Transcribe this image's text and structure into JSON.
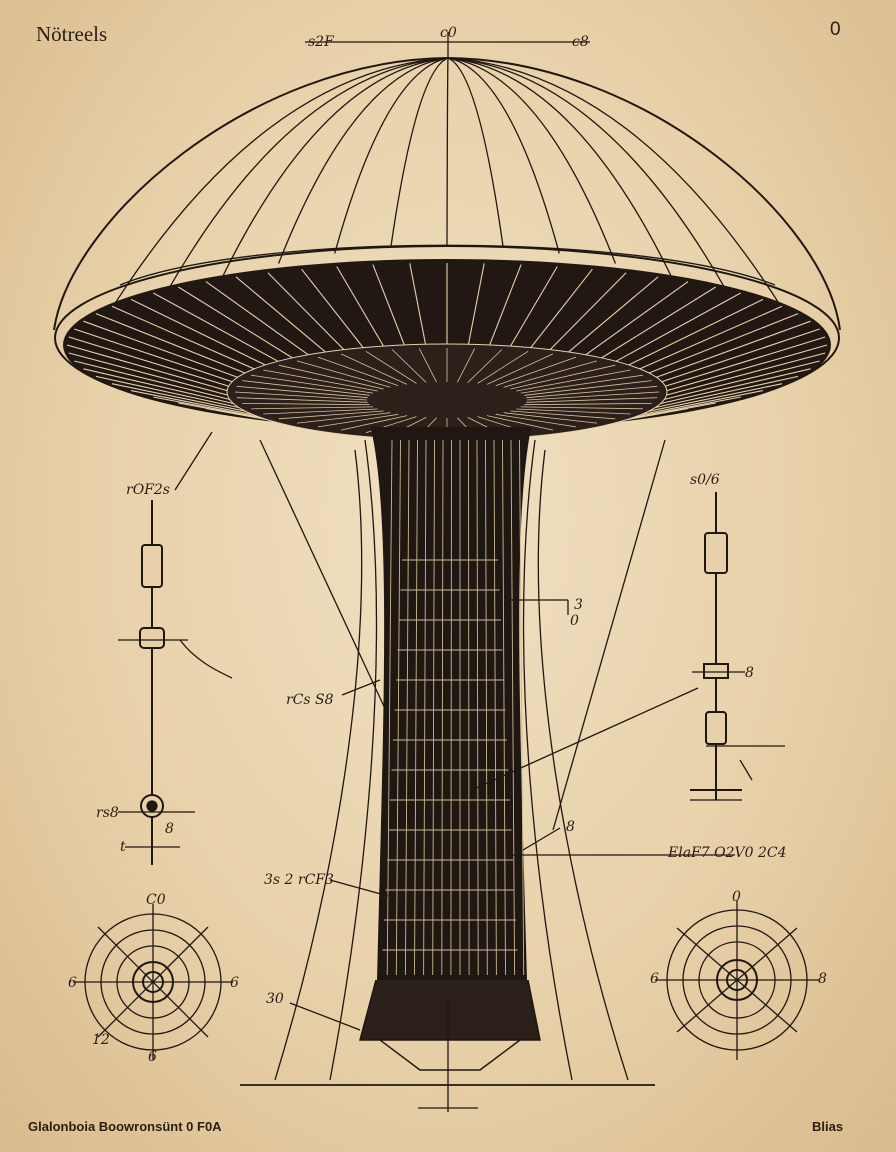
{
  "header": {
    "title": "Nötreels",
    "sheet_number": "0"
  },
  "footer": {
    "left_caption": "Glalonboia Boowronsünt 0 F0A",
    "right_caption": "Blias"
  },
  "annotations": {
    "top_left": "s2F",
    "top_center": "c0",
    "top_right": "c8",
    "left_upper": "rOF2s",
    "center_mid": "rCs S8",
    "right_upper": "s0/6",
    "right_small_a": "3",
    "right_small_b": "0",
    "right_mid": "8",
    "left_lower_a": "rs8",
    "left_lower_b": "8",
    "left_bottom": "t",
    "center_lower": "3s 2 rCF3",
    "right_lower": "ElaF7 O2V0 2C4",
    "right_callout": "8",
    "left_dial_top": "C0",
    "left_dial_left": "6",
    "left_dial_right": "6",
    "left_dial_bottom": "12",
    "left_dial_bottom2": "6",
    "right_dial_top": "0",
    "right_dial_left": "6",
    "right_dial_right": "8",
    "base_left": "30"
  },
  "colors": {
    "paper": "#e9d3ae",
    "ink": "#1f1712",
    "cap_underside": "#211814"
  }
}
